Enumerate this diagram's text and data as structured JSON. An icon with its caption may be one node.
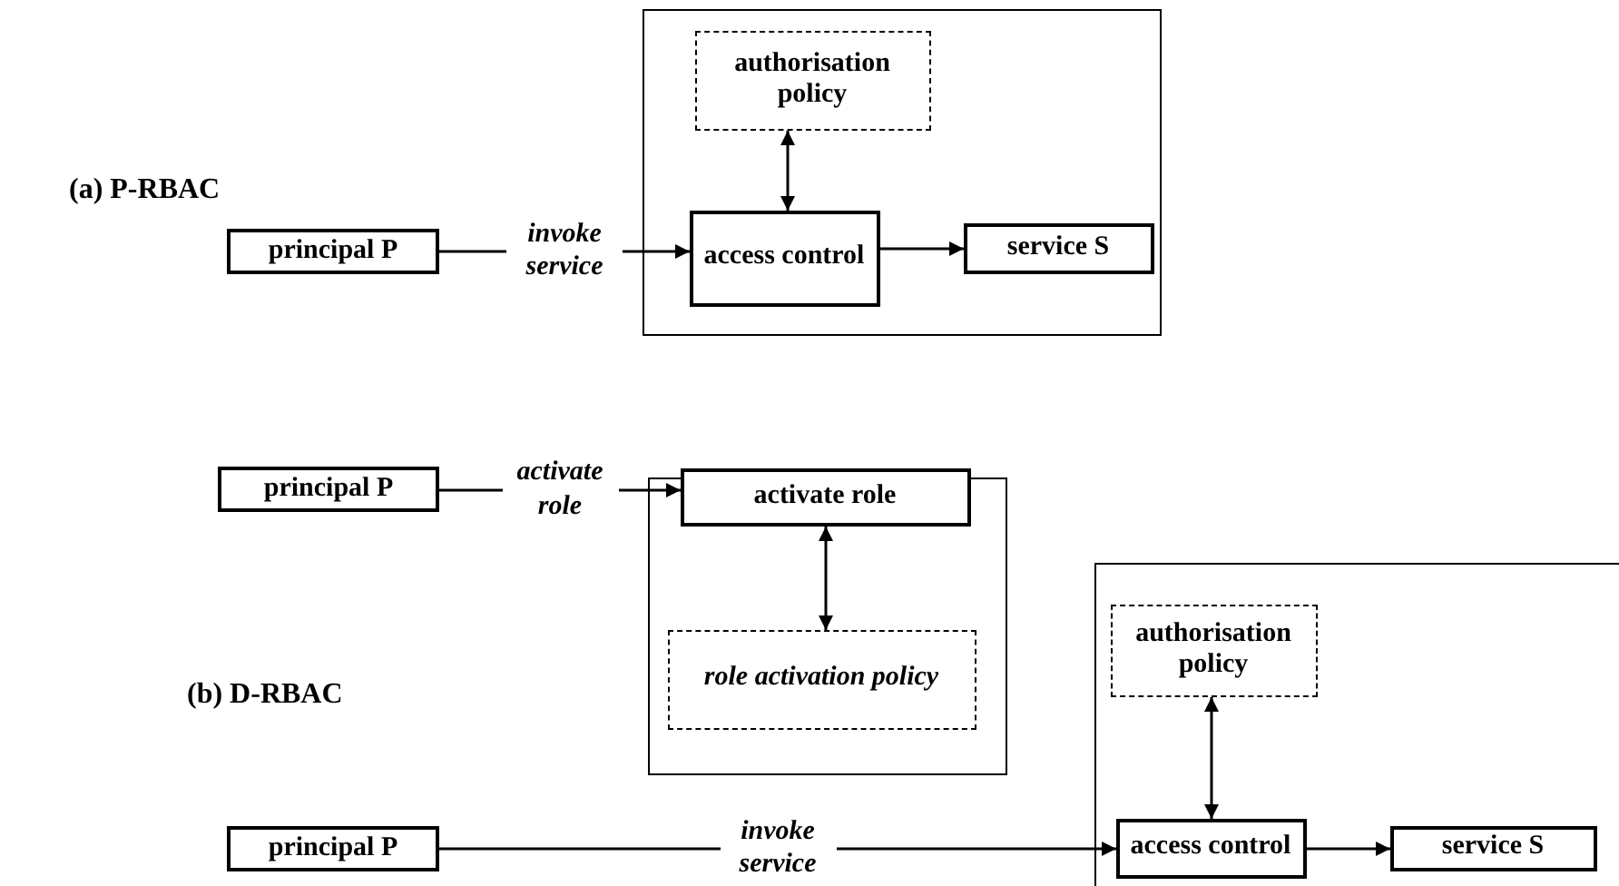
{
  "diagram": {
    "nodes": [
      {
        "text": [],
        "shape": "box"
      },
      {
        "text": [
          "authorisation policy"
        ],
        "in": 0
      },
      {
        "text": [
          "principal P"
        ]
      },
      {
        "text": [
          "access control"
        ],
        "in": 0
      },
      {
        "text": [
          "service S"
        ],
        "in": 0
      },
      {
        "text": [
          "principal P"
        ]
      },
      {
        "text": [],
        "shape": "box"
      },
      {
        "text": [
          "activate role"
        ],
        "in": 6
      },
      {
        "text": [
          "role activation policy"
        ],
        "in": 6
      },
      {
        "text": [],
        "shape": "box"
      },
      {
        "text": [
          "authorisation policy"
        ],
        "in": 9
      },
      {
        "text": [
          "access control"
        ],
        "in": 9
      },
      {
        "text": [
          "principal P"
        ]
      },
      {
        "text": [
          "service S"
        ],
        "in": 9
      }
    ],
    "edges": [
      {
        "from": 1,
        "to": 3,
        "arrow": "both"
      },
      {
        "from": 2,
        "to": 3,
        "arrow": "to",
        "label": "invoke service"
      },
      {
        "from": 3,
        "to": 4,
        "arrow": "to"
      },
      {
        "from": 5,
        "to": 7,
        "arrow": "to",
        "label": "activate role"
      },
      {
        "from": 7,
        "to": 8,
        "arrow": "both"
      },
      {
        "from": 10,
        "to": 11,
        "arrow": "both"
      },
      {
        "from": 12,
        "to": 11,
        "arrow": "to",
        "label": "invoke service"
      },
      {
        "from": 11,
        "to": 13,
        "arrow": "to"
      }
    ],
    "labels": [
      "(a) P-RBAC",
      "(b) D-RBAC"
    ]
  }
}
